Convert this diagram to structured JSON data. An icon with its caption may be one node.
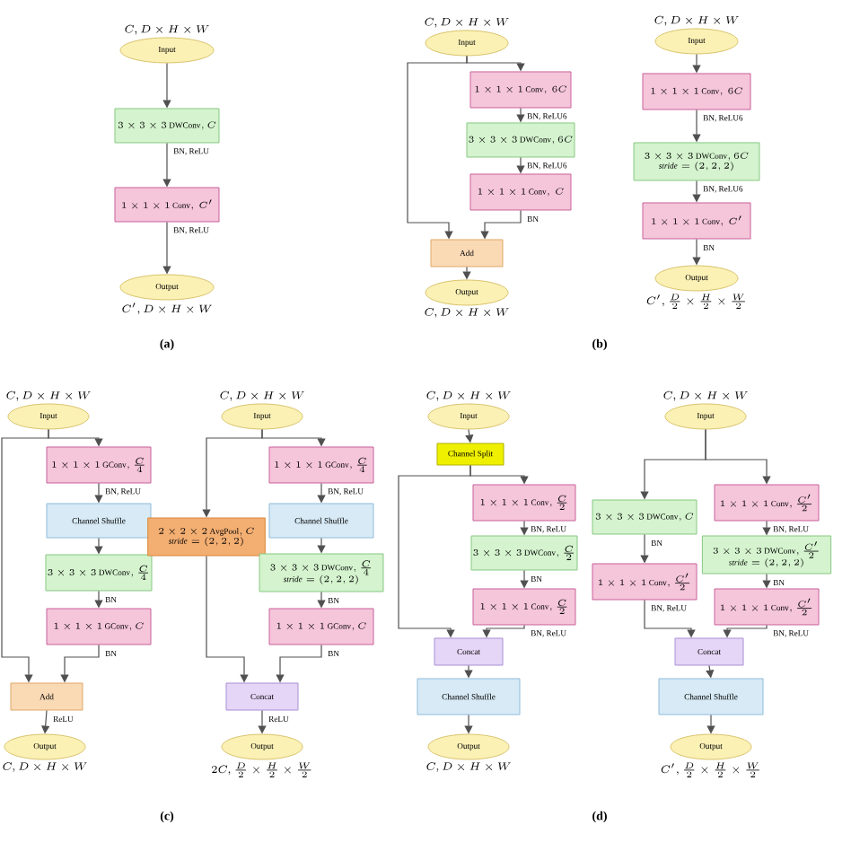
{
  "diagram": {
    "nodes": [
      {
        "text": [
          "Input"
        ],
        "beside": [
          "C, D\\times H\\times W"
        ]
      },
      {
        "text": [
          "3\\times3\\times3\\ \\mathrm{DWConv}, C"
        ]
      },
      {
        "text": [
          "1\\times1\\times1\\ \\mathrm{Conv},\\ C'"
        ]
      },
      {
        "text": [
          "Output"
        ],
        "beside": [
          "C', D\\times H\\times W"
        ]
      },
      {
        "text": [
          "Input"
        ],
        "beside": [
          "C, D\\times H\\times W"
        ]
      },
      {
        "text": [
          "1\\times1\\times1\\ \\mathrm{Conv},\\ 6C"
        ]
      },
      {
        "text": [
          "3\\times3\\times3\\ \\mathrm{DWConv}, 6C"
        ]
      },
      {
        "text": [
          "1\\times1\\times1\\ \\mathrm{Conv},\\ C"
        ]
      },
      {
        "text": [
          "Add"
        ]
      },
      {
        "text": [
          "Output"
        ],
        "beside": [
          "C, D\\times H\\times W"
        ]
      },
      {
        "text": [
          "Input"
        ],
        "beside": [
          "C, D\\times H\\times W"
        ]
      },
      {
        "text": [
          "1\\times1\\times1\\ \\mathrm{Conv},\\ 6C"
        ]
      },
      {
        "text": [
          "\\begin{array}{c}3\\times3\\times3\\ \\mathrm{DWConv}, 6C\\\\ \\mathit{stride}=(2,2,2)\\end{array}"
        ]
      },
      {
        "text": [
          "1\\times1\\times1\\ \\mathrm{Conv},\\ C'"
        ]
      },
      {
        "text": [
          "Output"
        ],
        "beside": [
          "C', \\frac{D}{2}\\times\\frac{H}{2}\\times\\frac{W}{2}"
        ]
      },
      {
        "text": [
          "Input"
        ],
        "beside": [
          "C, D\\times H\\times W"
        ]
      },
      {
        "text": [
          "1\\times1\\times1\\ \\mathrm{GConv}, \\frac{C}{4}"
        ]
      },
      {
        "text": [
          "Channel Shuffle"
        ]
      },
      {
        "text": [
          "3\\times3\\times3\\ \\mathrm{DWConv}, \\frac{C}{4}"
        ]
      },
      {
        "text": [
          "1\\times1\\times1\\ \\mathrm{GConv}, C"
        ]
      },
      {
        "text": [
          "Add"
        ]
      },
      {
        "text": [
          "Output"
        ],
        "beside": [
          "C, D\\times H\\times W"
        ]
      },
      {
        "text": [
          "Input"
        ],
        "beside": [
          "C, D\\times H\\times W"
        ]
      },
      {
        "text": [
          "\\begin{array}{c}2\\times2\\times2\\ \\mathrm{AvgPool}, C\\\\ \\mathit{stride}=(2,2,2)\\end{array}"
        ]
      },
      {
        "text": [
          "1\\times1\\times1\\ \\mathrm{GConv}, \\frac{C}{4}"
        ]
      },
      {
        "text": [
          "Channel Shuffle"
        ]
      },
      {
        "text": [
          "\\begin{array}{c}3\\times3\\times3\\ \\mathrm{DWConv}, \\frac{C}{4}\\\\ \\mathit{stride}=(2,2,2)\\end{array}"
        ]
      },
      {
        "text": [
          "1\\times1\\times1\\ \\mathrm{GConv}, C"
        ]
      },
      {
        "text": [
          "Concat"
        ]
      },
      {
        "text": [
          "Output"
        ],
        "beside": [
          "2C, \\frac{D}{2}\\times\\frac{H}{2}\\times\\frac{W}{2}"
        ]
      },
      {
        "text": [
          "Input"
        ],
        "beside": [
          "C, D\\times H\\times W"
        ]
      },
      {
        "text": [
          "Channel Split"
        ]
      },
      {
        "text": [
          "1\\times1\\times1\\ \\mathrm{Conv}, \\frac{C}{2}"
        ]
      },
      {
        "text": [
          "3\\times3\\times3\\ \\mathrm{DWConv}, \\frac{C}{2}"
        ]
      },
      {
        "text": [
          "1\\times1\\times1\\ \\mathrm{Conv}, \\frac{C}{2}"
        ]
      },
      {
        "text": [
          "Concat"
        ]
      },
      {
        "text": [
          "Channel Shuffle"
        ]
      },
      {
        "text": [
          "Output"
        ],
        "beside": [
          "C, D\\times H\\times W"
        ]
      },
      {
        "text": [
          "Input"
        ],
        "beside": [
          "C, D\\times H\\times W"
        ]
      },
      {
        "text": [
          "3\\times3\\times3\\ \\mathrm{DWConv}, C"
        ]
      },
      {
        "text": [
          "1\\times1\\times1\\ \\mathrm{Conv}, \\frac{C'}{2}"
        ]
      },
      {
        "text": [
          "1\\times1\\times1\\ \\mathrm{Conv}, \\frac{C'}{2}"
        ]
      },
      {
        "text": [
          "\\begin{array}{c}3\\times3\\times3\\ \\mathrm{DWConv}, \\frac{C'}{2}\\\\ \\mathit{stride}=(2,2,2)\\end{array}"
        ]
      },
      {
        "text": [
          "1\\times1\\times1\\ \\mathrm{Conv}, \\frac{C'}{2}"
        ]
      },
      {
        "text": [
          "Concat"
        ]
      },
      {
        "text": [
          "Channel Shuffle"
        ]
      },
      {
        "text": [
          "Output"
        ],
        "beside": [
          "C', \\frac{D}{2}\\times\\frac{H}{2}\\times\\frac{W}{2}"
        ]
      }
    ],
    "edges": [
      {
        "from": 0,
        "to": 1,
        "arrow": "to"
      },
      {
        "from": 1,
        "to": 2,
        "arrow": "to",
        "label": "BN, ReLU"
      },
      {
        "from": 2,
        "to": 3,
        "arrow": "to",
        "label": "BN, ReLU"
      },
      {
        "from": 4,
        "to": 5,
        "arrow": "to"
      },
      {
        "from": 4,
        "to": 8,
        "arrow": "to"
      },
      {
        "from": 5,
        "to": 6,
        "arrow": "to",
        "label": "BN, ReLU6"
      },
      {
        "from": 6,
        "to": 7,
        "arrow": "to",
        "label": "BN, ReLU6"
      },
      {
        "from": 7,
        "to": 8,
        "arrow": "to",
        "label": "BN"
      },
      {
        "from": 8,
        "to": 9,
        "arrow": "to"
      },
      {
        "from": 10,
        "to": 11,
        "arrow": "to"
      },
      {
        "from": 11,
        "to": 12,
        "arrow": "to",
        "label": "BN, ReLU6"
      },
      {
        "from": 12,
        "to": 13,
        "arrow": "to",
        "label": "BN, ReLU6"
      },
      {
        "from": 13,
        "to": 14,
        "arrow": "to",
        "label": "BN"
      },
      {
        "from": 15,
        "to": 16,
        "arrow": "to"
      },
      {
        "from": 15,
        "to": 20,
        "arrow": "to"
      },
      {
        "from": 16,
        "to": 17,
        "arrow": "to",
        "label": "BN, ReLU"
      },
      {
        "from": 17,
        "to": 18,
        "arrow": "to"
      },
      {
        "from": 18,
        "to": 19,
        "arrow": "to",
        "label": "BN"
      },
      {
        "from": 19,
        "to": 20,
        "arrow": "to",
        "label": "BN"
      },
      {
        "from": 20,
        "to": 21,
        "arrow": "to",
        "label": "ReLU"
      },
      {
        "from": 22,
        "to": 24,
        "arrow": "to"
      },
      {
        "from": 22,
        "to": 23,
        "arrow": "to"
      },
      {
        "from": 24,
        "to": 25,
        "arrow": "to",
        "label": "BN, ReLU"
      },
      {
        "from": 25,
        "to": 26,
        "arrow": "to"
      },
      {
        "from": 26,
        "to": 27,
        "arrow": "to",
        "label": "BN"
      },
      {
        "from": 27,
        "to": 28,
        "arrow": "to",
        "label": "BN"
      },
      {
        "from": 23,
        "to": 28,
        "arrow": "to"
      },
      {
        "from": 28,
        "to": 29,
        "arrow": "to",
        "label": "ReLU"
      },
      {
        "from": 30,
        "to": 31,
        "arrow": "to"
      },
      {
        "from": 31,
        "to": 32,
        "arrow": "to"
      },
      {
        "from": 31,
        "to": 35,
        "arrow": "to"
      },
      {
        "from": 32,
        "to": 33,
        "arrow": "to",
        "label": "BN, ReLU"
      },
      {
        "from": 33,
        "to": 34,
        "arrow": "to",
        "label": "BN"
      },
      {
        "from": 34,
        "to": 35,
        "arrow": "to",
        "label": "BN, ReLU"
      },
      {
        "from": 35,
        "to": 36,
        "arrow": "to"
      },
      {
        "from": 36,
        "to": 37,
        "arrow": "to"
      },
      {
        "from": 38,
        "to": 39,
        "arrow": "to"
      },
      {
        "from": 38,
        "to": 41,
        "arrow": "to"
      },
      {
        "from": 39,
        "to": 40,
        "arrow": "to",
        "label": "BN"
      },
      {
        "from": 41,
        "to": 42,
        "arrow": "to",
        "label": "BN, ReLU"
      },
      {
        "from": 42,
        "to": 43,
        "arrow": "to",
        "label": "BN"
      },
      {
        "from": 40,
        "to": 44,
        "arrow": "to",
        "label": "BN, ReLU"
      },
      {
        "from": 43,
        "to": 44,
        "arrow": "to",
        "label": "BN, ReLU"
      },
      {
        "from": 44,
        "to": 45,
        "arrow": "to"
      },
      {
        "from": 45,
        "to": 46,
        "arrow": "to"
      }
    ],
    "labels": [
      "(a)",
      "(b)",
      "(c)",
      "(d)"
    ]
  }
}
